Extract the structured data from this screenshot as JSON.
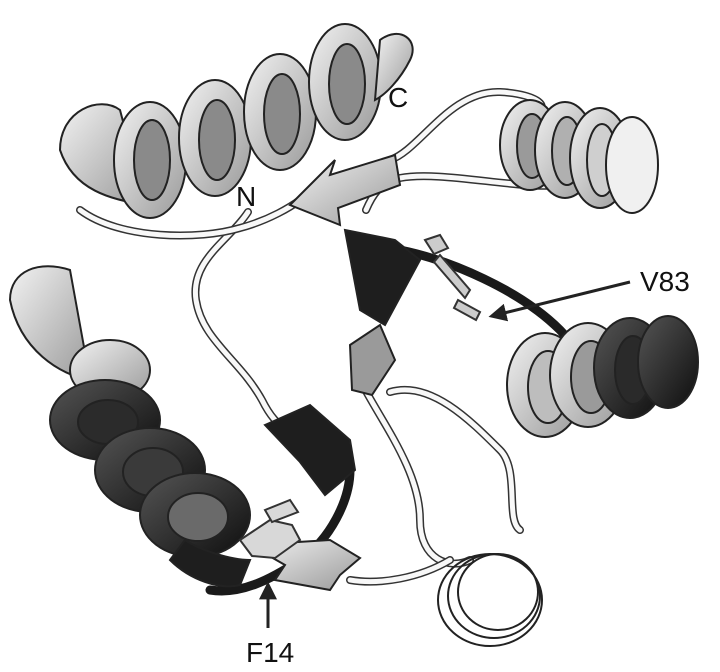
{
  "figure": {
    "labels": {
      "c_terminus": "C",
      "n_terminus": "N",
      "residue_upper": "V83",
      "residue_lower": "F14"
    },
    "colors": {
      "background": "#ffffff",
      "ribbon_light": "#d8d8d8",
      "ribbon_mid": "#a8a8a8",
      "ribbon_dark": "#1e1e1e",
      "loop_fill": "#f4f4f4",
      "outline": "#222222"
    }
  }
}
